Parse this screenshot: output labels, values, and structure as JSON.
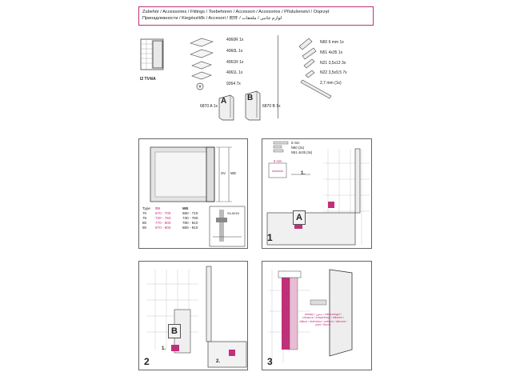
{
  "header": {
    "line1": "Zubehör / Accessoires / Fittings / Toebehoren / Accessori / Accesorios / Příslušenství / Osprzęt",
    "line2": "Принадлежности / Kiegészítők / Accesori / 附件 / لوازم جانبی / ملحقات"
  },
  "product": {
    "code": "I2 TV4/A"
  },
  "parts_left": [
    {
      "code": "4060R",
      "qty": "1x"
    },
    {
      "code": "4060L",
      "qty": "1x"
    },
    {
      "code": "4061R",
      "qty": "1x"
    },
    {
      "code": "4061L",
      "qty": "1x"
    },
    {
      "code": "9264",
      "qty": "7x"
    }
  ],
  "parts_bottom": [
    {
      "code": "6870 A",
      "qty": "1x",
      "letter": "A"
    },
    {
      "code": "6870 B",
      "qty": "1x",
      "letter": "B"
    }
  ],
  "parts_right": [
    {
      "code": "N60",
      "size": "6 mm",
      "qty": "1x"
    },
    {
      "code": "N51",
      "size": "4x35",
      "qty": "1x"
    },
    {
      "code": "N21",
      "size": "3,5x13",
      "qty": "3x"
    },
    {
      "code": "N22",
      "size": "3,5x9,5",
      "qty": "7x"
    },
    {
      "code": "",
      "size": "2,7 mm",
      "qty": "(1x)"
    }
  ],
  "dimension_panel": {
    "labels": {
      "sv": "SV",
      "we": "WE"
    },
    "table": {
      "headers": [
        "Type",
        "SV",
        "WE"
      ],
      "rows": [
        [
          "70",
          "670 - 700",
          "680 - 710"
        ],
        [
          "75",
          "720 - 750",
          "730 - 760"
        ],
        [
          "80",
          "770 - 800",
          "780 - 810"
        ],
        [
          "90",
          "870 - 900",
          "880 - 910"
        ]
      ]
    },
    "detail_label": "SILIKON"
  },
  "step1": {
    "number": "1",
    "drill": "6 mm",
    "items": [
      "N60 (3x)",
      "N51 4x35 (3x)"
    ],
    "measure": "9 mm",
    "sub": "1.",
    "letter": "A"
  },
  "step2": {
    "number": "2",
    "letter": "B",
    "sub_a": "1.",
    "sub_b": "2."
  },
  "step3": {
    "number": "3",
    "note": "инмир / ستون / silkonsiegel / chiusura / ensamblaje / sillones / silikon / sklenicko / szilikon / silicone / joint / бъгне"
  },
  "colors": {
    "accent": "#c0307a",
    "line": "#555555"
  }
}
